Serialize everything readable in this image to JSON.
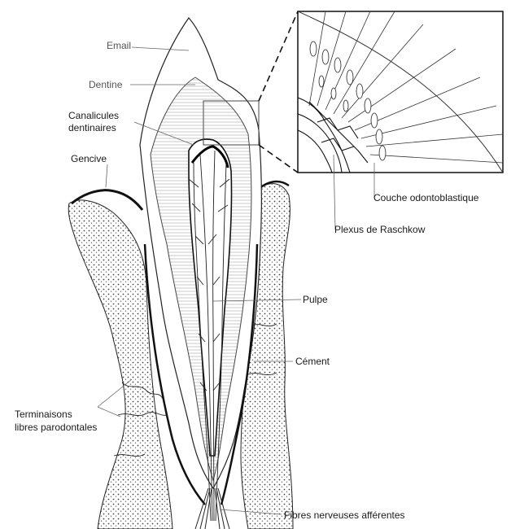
{
  "labels": {
    "email": "Email",
    "dentine": "Dentine",
    "canalicules_line1": "Canalicules",
    "canalicules_line2": "dentinaires",
    "gencive": "Gencive",
    "couche": "Couche odontoblastique",
    "plexus": "Plexus de Raschkow",
    "pulpe": "Pulpe",
    "cement": "Cément",
    "terminaisons_line1": "Terminaisons",
    "terminaisons_line2": "libres parodontales",
    "fibres": "Fibres nerveuses afférentes"
  },
  "colors": {
    "ink": "#1a1a1a",
    "light_ink": "#777777",
    "background": "#ffffff"
  }
}
